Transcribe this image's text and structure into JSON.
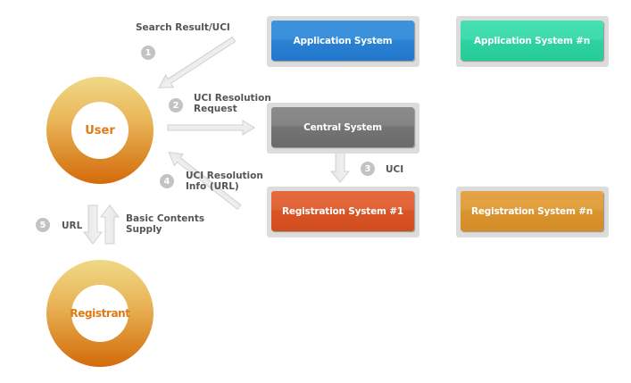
{
  "nodes": {
    "user": "User",
    "registrant": "Registrant",
    "application_system": "Application System",
    "application_system_n": "Application System #n",
    "central_system": "Central System",
    "registration_system_1": "Registration System #1",
    "registration_system_n": "Registration System #n"
  },
  "steps": [
    {
      "number": "1",
      "label_line1": "Search Result/UCI",
      "label_line2": ""
    },
    {
      "number": "2",
      "label_line1": "UCI Resolution",
      "label_line2": "Request"
    },
    {
      "number": "3",
      "label_line1": "UCI",
      "label_line2": ""
    },
    {
      "number": "4",
      "label_line1": "UCI Resolution",
      "label_line2": "Info (URL)"
    },
    {
      "number": "5",
      "label_line1": "URL",
      "label_line2": ""
    }
  ],
  "basic_contents": {
    "line1": "Basic Contents",
    "line2": "Supply"
  },
  "colors": {
    "application": "#2a82d2",
    "application_n": "#2fd2a2",
    "central": "#747474",
    "registration_1": "#d85426",
    "registration_n": "#d99430",
    "ring_text": "#e07a12"
  }
}
